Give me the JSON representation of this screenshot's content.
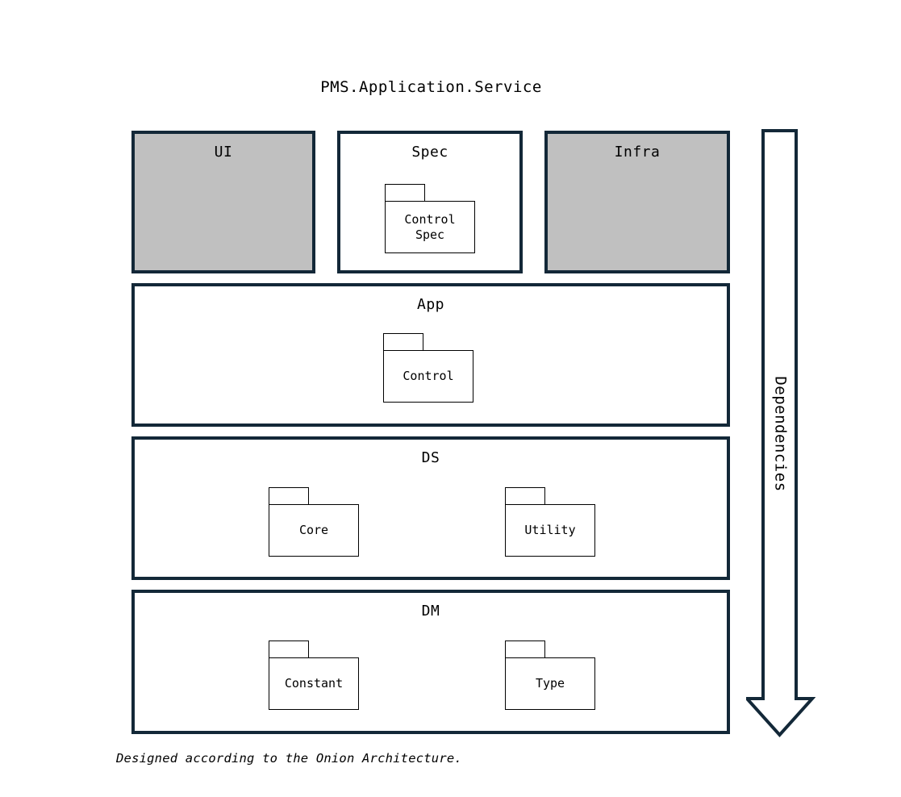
{
  "diagram": {
    "outer_package": {
      "title": "PMS.Application.Service",
      "border_style": "dashed",
      "border_color": "#132838"
    },
    "caption": "Designed according to the Onion Architecture.",
    "dependencies_arrow": {
      "label": "Dependencies",
      "direction": "down",
      "color": "#132838"
    },
    "colors": {
      "border": "#132838",
      "filled_layer": "#c0c0c0",
      "empty_layer": "#ffffff",
      "package_outline": "#000000"
    },
    "layers": [
      {
        "id": "ui",
        "title": "UI",
        "filled": true,
        "packages": []
      },
      {
        "id": "spec",
        "title": "Spec",
        "filled": false,
        "packages": [
          {
            "name_lines": [
              "Control",
              "Spec"
            ]
          }
        ]
      },
      {
        "id": "infra",
        "title": "Infra",
        "filled": true,
        "packages": []
      },
      {
        "id": "app",
        "title": "App",
        "filled": false,
        "packages": [
          {
            "name_lines": [
              "Control"
            ]
          }
        ]
      },
      {
        "id": "ds",
        "title": "DS",
        "filled": false,
        "packages": [
          {
            "name_lines": [
              "Core"
            ]
          },
          {
            "name_lines": [
              "Utility"
            ]
          }
        ]
      },
      {
        "id": "dm",
        "title": "DM",
        "filled": false,
        "packages": [
          {
            "name_lines": [
              "Constant"
            ]
          },
          {
            "name_lines": [
              "Type"
            ]
          }
        ]
      }
    ]
  }
}
